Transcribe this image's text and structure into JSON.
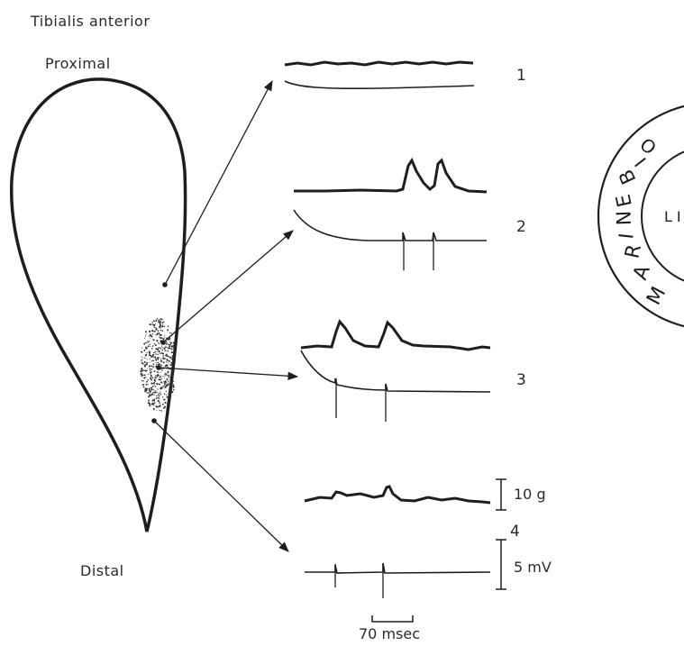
{
  "labels": {
    "muscle": "Tibialis anterior",
    "proximal": "Proximal",
    "distal": "Distal"
  },
  "traces": [
    {
      "number": "1"
    },
    {
      "number": "2"
    },
    {
      "number": "3"
    },
    {
      "number": "4"
    }
  ],
  "scale": {
    "force": "10 g",
    "voltage": "5 mV",
    "time": "70 msec"
  },
  "stamp": {
    "text": "MARINE BIOL LI"
  },
  "colors": {
    "ink": "#1e1e1e",
    "background": "#ffffff"
  }
}
